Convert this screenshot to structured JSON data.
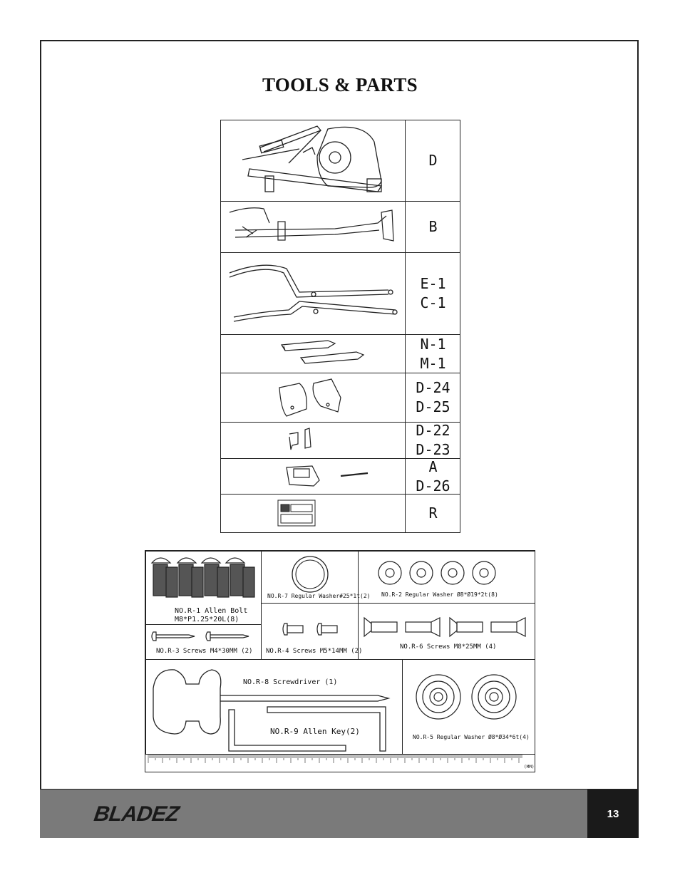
{
  "page": {
    "title": "TOOLS & PARTS",
    "page_number": "13",
    "brand": "BLADEZ"
  },
  "parts_table": [
    {
      "labels": [
        "D"
      ]
    },
    {
      "labels": [
        "B"
      ]
    },
    {
      "labels": [
        "E-1",
        "C-1"
      ]
    },
    {
      "labels": [
        "N-1",
        "M-1"
      ]
    },
    {
      "labels": [
        "D-24",
        "D-25"
      ]
    },
    {
      "labels": [
        "D-22",
        "D-23"
      ]
    },
    {
      "labels": [
        "A",
        "D-26"
      ]
    },
    {
      "labels": [
        "R"
      ]
    }
  ],
  "hardware": {
    "r1": {
      "line1": "NO.R-1 Allen Bolt",
      "line2": "M8*P1.25*20L(8)"
    },
    "r7": "NO.R-7 Regular Washer#25*1t(2)",
    "r2": "NO.R-2 Regular Washer Ø8*Ø19*2t(8)",
    "r3": "NO.R-3 Screws  M4*30MM (2)",
    "r4": "NO.R-4 Screws M5*14MM (2)",
    "r6": "NO.R-6 Screws M8*25MM (4)",
    "r8": "NO.R-8 Screwdriver (1)",
    "r9": "NO.R-9 Allen Key(2)",
    "r5": "NO.R-5 Regular Washer Ø8*Ø34*6t(4)",
    "ruler_unit": "(MM)"
  }
}
